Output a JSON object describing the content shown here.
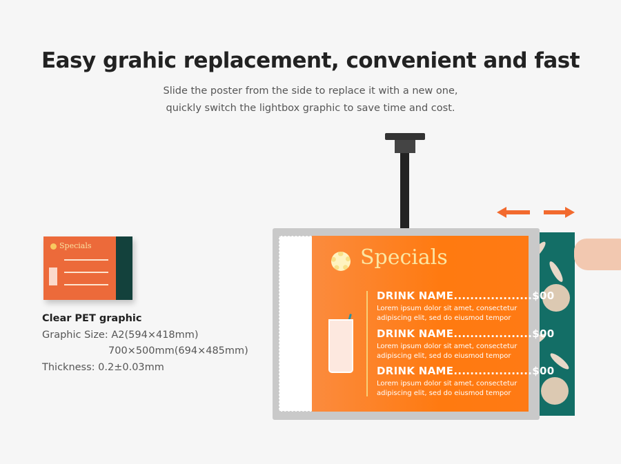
{
  "header": {
    "title": "Easy grahic replacement, convenient and fast",
    "subtitle_line1": "Slide the poster from the side to replace it with a new one,",
    "subtitle_line2": "quickly switch the lightbox graphic to save time and cost."
  },
  "poster": {
    "title": "Specials",
    "items": [
      {
        "name": "DRINK NAME...................$00",
        "desc1": "Lorem ipsum dolor sit amet, consectetur",
        "desc2": "adipiscing elit, sed do eiusmod tempor"
      },
      {
        "name": "DRINK NAME...................$00",
        "desc1": "Lorem ipsum dolor sit amet, consectetur",
        "desc2": "adipiscing elit, sed do eiusmod tempor"
      },
      {
        "name": "DRINK NAME...................$00",
        "desc1": "Lorem ipsum dolor sit amet, consectetur",
        "desc2": "adipiscing elit, sed do eiusmod tempor"
      }
    ]
  },
  "specs": {
    "heading": "Clear PET graphic",
    "size_line1": "Graphic Size: A2(594×418mm)",
    "size_line2": "700×500mm(694×485mm)",
    "thickness": "Thickness: 0.2±0.03mm"
  },
  "colors": {
    "accent": "#f26a2e",
    "poster_orange": "#ff7a10",
    "pattern_teal": "#136e66"
  }
}
